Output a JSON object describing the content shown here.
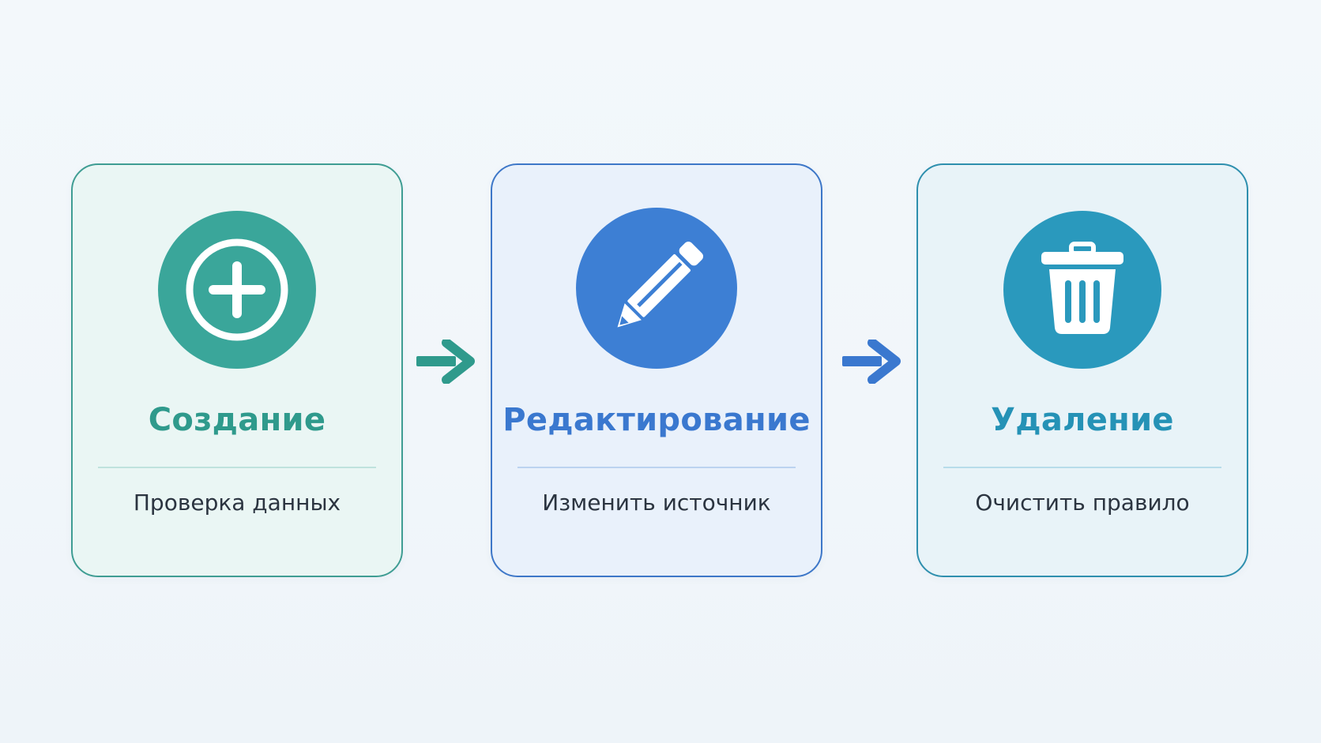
{
  "steps": [
    {
      "title": "Создание",
      "subtitle": "Проверка данных",
      "icon": "plus-circle-icon",
      "color": "#3aa69a"
    },
    {
      "title": "Редактирование",
      "subtitle": "Изменить источник",
      "icon": "pencil-icon",
      "color": "#3d7fd4"
    },
    {
      "title": "Удаление",
      "subtitle": "Очистить правило",
      "icon": "trash-icon",
      "color": "#2a99bd"
    }
  ],
  "arrows": [
    {
      "icon": "arrow-right-icon",
      "color": "#2f9a8c"
    },
    {
      "icon": "arrow-right-icon",
      "color": "#3a78cf"
    }
  ]
}
